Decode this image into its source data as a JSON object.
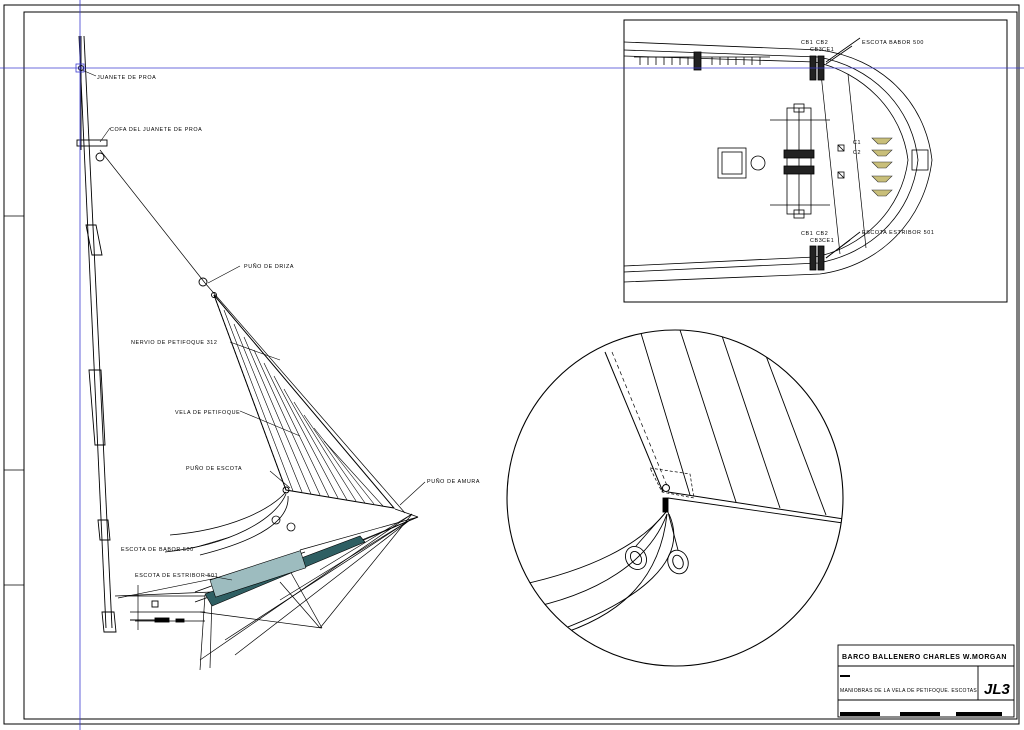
{
  "labels": {
    "jib_boom": "JUANETE DE PROA",
    "jib_boom_top": "COFA DEL JUANETE DE PROA",
    "halyard_clew": "PUÑO DE DRIZA",
    "jib_nerve": "NERVIO DE PETIFOQUE 312",
    "jib_sail": "VELA DE PETIFOQUE",
    "sheet_clew": "PUÑO DE ESCOTA",
    "tack_clew": "PUÑO DE AMURA",
    "port_sheet": "ESCOTA DE BABOR 500",
    "starboard_sheet": "ESCOTA DE ESTRIBOR 501"
  },
  "inset": {
    "port_sheet": "ESCOTA BABOR 500",
    "starboard_sheet": "ESCOTA ESTRIBOR 501",
    "top_tags": [
      "CB1",
      "CB2",
      "CB3",
      "CE1"
    ],
    "bottom_tags": [
      "CB1",
      "CB2",
      "CB3",
      "CE1"
    ],
    "right_tags": [
      "C1",
      "C2"
    ]
  },
  "title_block": {
    "title": "BARCO BALLENERO CHARLES W.MORGAN",
    "subtitle": "MANIOBRAS DE LA VELA DE PETIFOQUE. ESCOTAS",
    "code": "JL3"
  },
  "colors": {
    "line": "#000000",
    "sail_plate": "#2f5f63",
    "crosshair": "#3b3bd0"
  }
}
